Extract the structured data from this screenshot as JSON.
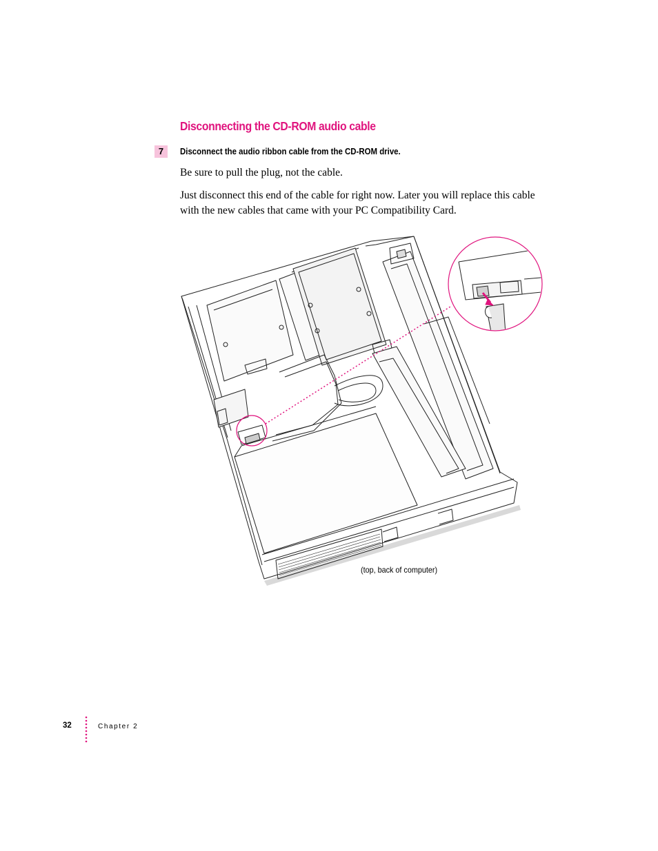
{
  "section": {
    "heading": "Disconnecting the CD-ROM audio cable"
  },
  "step": {
    "number": "7",
    "instruction": "Disconnect the audio ribbon cable from the CD-ROM drive."
  },
  "body": {
    "paragraph_1": "Be sure to pull the plug, not the cable.",
    "paragraph_2": "Just disconnect this end of the cable for right now. Later you will replace this cable with the new cables that came with your PC Compatibility Card."
  },
  "figure": {
    "caption": "(top, back of computer)"
  },
  "footer": {
    "page_number": "32",
    "chapter_label": "Chapter 2"
  },
  "colors": {
    "accent": "#e0147e",
    "step_badge": "#f7c3dc"
  }
}
